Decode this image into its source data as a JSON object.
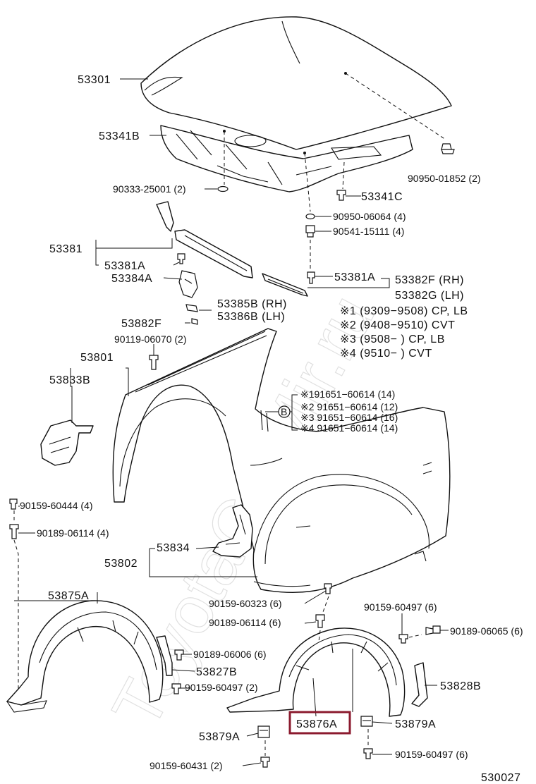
{
  "labels": {
    "hood": "53301",
    "hood_insulator": "53341B",
    "clip_25001": "90333-25001 (2)",
    "grommet_01852": "90950-01852 (2)",
    "clip_53341c": "53341C",
    "grommet_06064": "90950-06064 (4)",
    "cushion_15111": "90541-15111 (4)",
    "seal_group": "53381",
    "seal_53381a_left": "53381A",
    "seal_53381a_right": "53381A",
    "cushion_53384a": "53384A",
    "seal_53382f": "53382F (RH)",
    "seal_53382g": "53382G (LH)",
    "retainer_53385b": "53385B (RH)",
    "retainer_53386b": "53386B (LH)",
    "plate_53882f": "53882F",
    "bolt_06070": "90119-06070 (2)",
    "fender_group": "53801",
    "bracket_53833b": "53833B",
    "bolt_60444": "90159-60444 (4)",
    "screw_06114_left": "90189-06114 (4)",
    "bracket_53834": "53834",
    "fender_set_53802": "53802",
    "liner_53875a": "53875A",
    "screw_60323": "90159-60323 (6)",
    "screw_06114_right": "90189-06114 (6)",
    "screw_60497_top": "90159-60497 (6)",
    "screw_06065": "90189-06065 (6)",
    "screw_06006": "90189-06006 (6)",
    "seal_53827b": "53827B",
    "screw_60497_left": "90159-60497 (2)",
    "seal_53828b": "53828B",
    "liner_53876a": "53876A",
    "clip_53879a_right": "53879A",
    "clip_53879a_left": "53879A",
    "screw_60497_bottom": "90159-60497 (6)",
    "screw_60431": "90159-60431 (2)",
    "diagram_code": "530027"
  },
  "notes": [
    "※1 (9309−9508) CP, LB",
    "※2 (9408−9510) CVT",
    "※3 (9508−        ) CP, LB",
    "※4 (9510−        ) CVT"
  ],
  "bolt_callout": {
    "marker": "B",
    "items": [
      "※191651−60614 (14)",
      "※2 91651−60614 (12)",
      "※3 91651−60614 (16)",
      "※4 91651−60614 (14)"
    ]
  },
  "watermark": "ToyotaCarMir.ru",
  "colors": {
    "highlight": "#8b1a2e",
    "line": "#111111",
    "watermark": "#c8c8c8"
  }
}
